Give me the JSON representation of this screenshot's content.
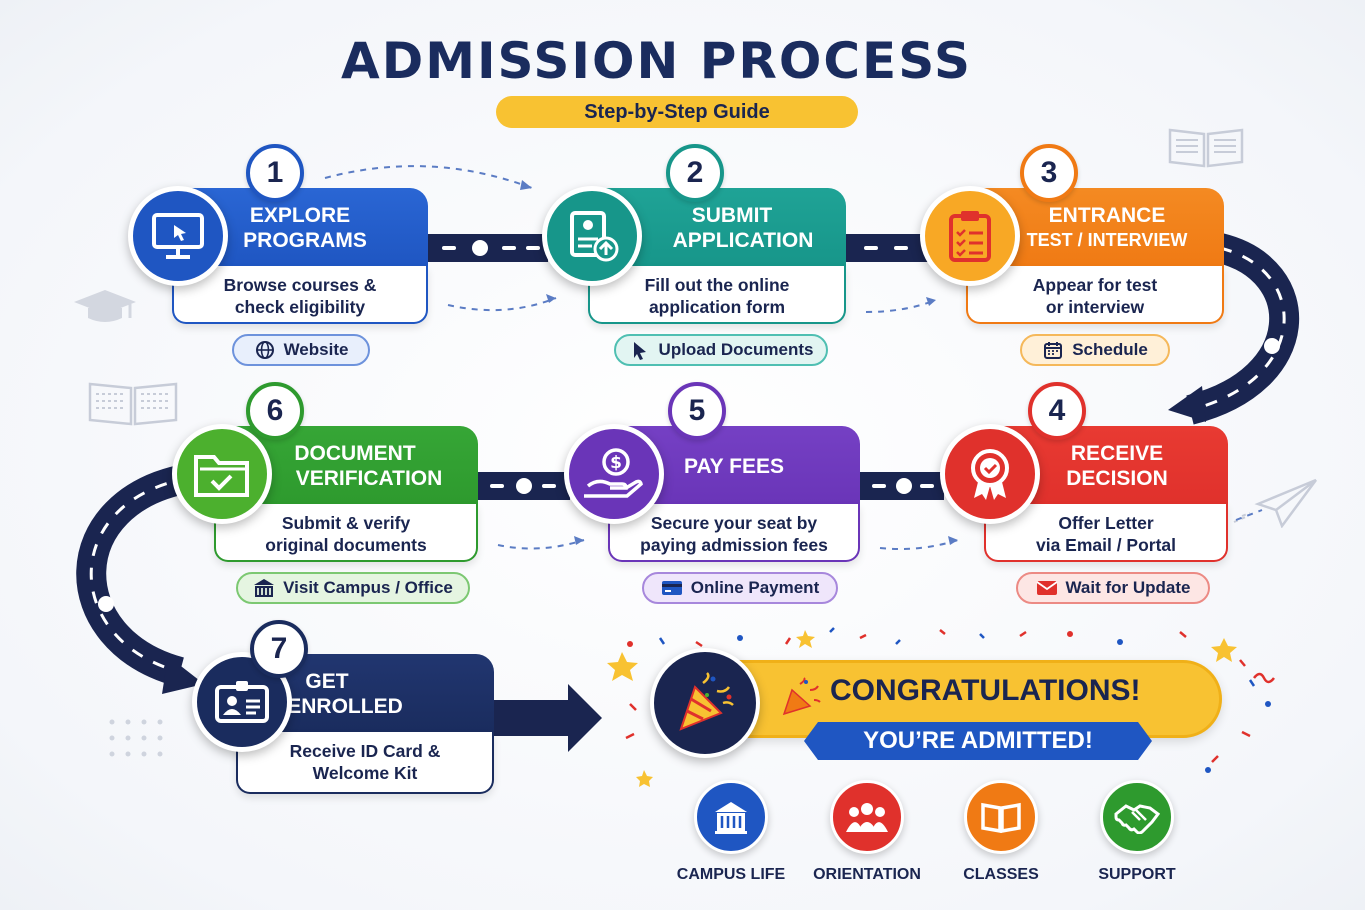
{
  "title": "ADMISSION PROCESS",
  "subtitle": "Step-by-Step Guide",
  "steps": [
    {
      "number": "1",
      "title_line1": "EXPLORE",
      "title_line2": "PROGRAMS",
      "desc_line1": "Browse courses &",
      "desc_line2": "check eligibility",
      "tag": "Website",
      "icon": "monitor-icon",
      "tag_icon": "globe-icon",
      "color": "#1f56c2"
    },
    {
      "number": "2",
      "title_line1": "SUBMIT",
      "title_line2": "APPLICATION",
      "desc_line1": "Fill out the online",
      "desc_line2": "application form",
      "tag": "Upload Documents",
      "icon": "application-upload-icon",
      "tag_icon": "cursor-icon",
      "color": "#17968a"
    },
    {
      "number": "3",
      "title_line1": "ENTRANCE",
      "title_line2": "TEST / INTERVIEW",
      "desc_line1": "Appear for test",
      "desc_line2": "or interview",
      "tag": "Schedule",
      "icon": "clipboard-checklist-icon",
      "tag_icon": "calendar-icon",
      "color": "#f07a14"
    },
    {
      "number": "4",
      "title_line1": "RECEIVE",
      "title_line2": "DECISION",
      "desc_line1": "Offer Letter",
      "desc_line2": "via Email / Portal",
      "tag": "Wait for Update",
      "icon": "award-badge-icon",
      "tag_icon": "envelope-icon",
      "color": "#e0312c"
    },
    {
      "number": "5",
      "title_line1": "PAY FEES",
      "title_line2": "",
      "desc_line1": "Secure your seat by",
      "desc_line2": "paying admission fees",
      "tag": "Online Payment",
      "icon": "hand-dollar-icon",
      "tag_icon": "credit-card-icon",
      "color": "#6a35b8"
    },
    {
      "number": "6",
      "title_line1": "DOCUMENT",
      "title_line2": "VERIFICATION",
      "desc_line1": "Submit & verify",
      "desc_line2": "original documents",
      "tag": "Visit Campus / Office",
      "icon": "folder-check-icon",
      "tag_icon": "building-icon",
      "color": "#2e9a2e"
    },
    {
      "number": "7",
      "title_line1": "GET",
      "title_line2": "ENROLLED",
      "desc_line1": "Receive ID Card &",
      "desc_line2": "Welcome Kit",
      "tag": "",
      "icon": "id-card-icon",
      "tag_icon": "",
      "color": "#1a2c5e"
    }
  ],
  "congrats": {
    "headline": "CONGRATULATIONS!",
    "banner": "YOU’RE ADMITTED!",
    "icon": "party-popper-icon"
  },
  "perks": [
    {
      "label": "CAMPUS LIFE",
      "icon": "campus-building-icon",
      "color": "#1f56c2"
    },
    {
      "label": "ORIENTATION",
      "icon": "group-people-icon",
      "color": "#e0312c"
    },
    {
      "label": "CLASSES",
      "icon": "open-book-icon",
      "color": "#f07a14"
    },
    {
      "label": "SUPPORT",
      "icon": "handshake-icon",
      "color": "#2e9a2e"
    }
  ]
}
